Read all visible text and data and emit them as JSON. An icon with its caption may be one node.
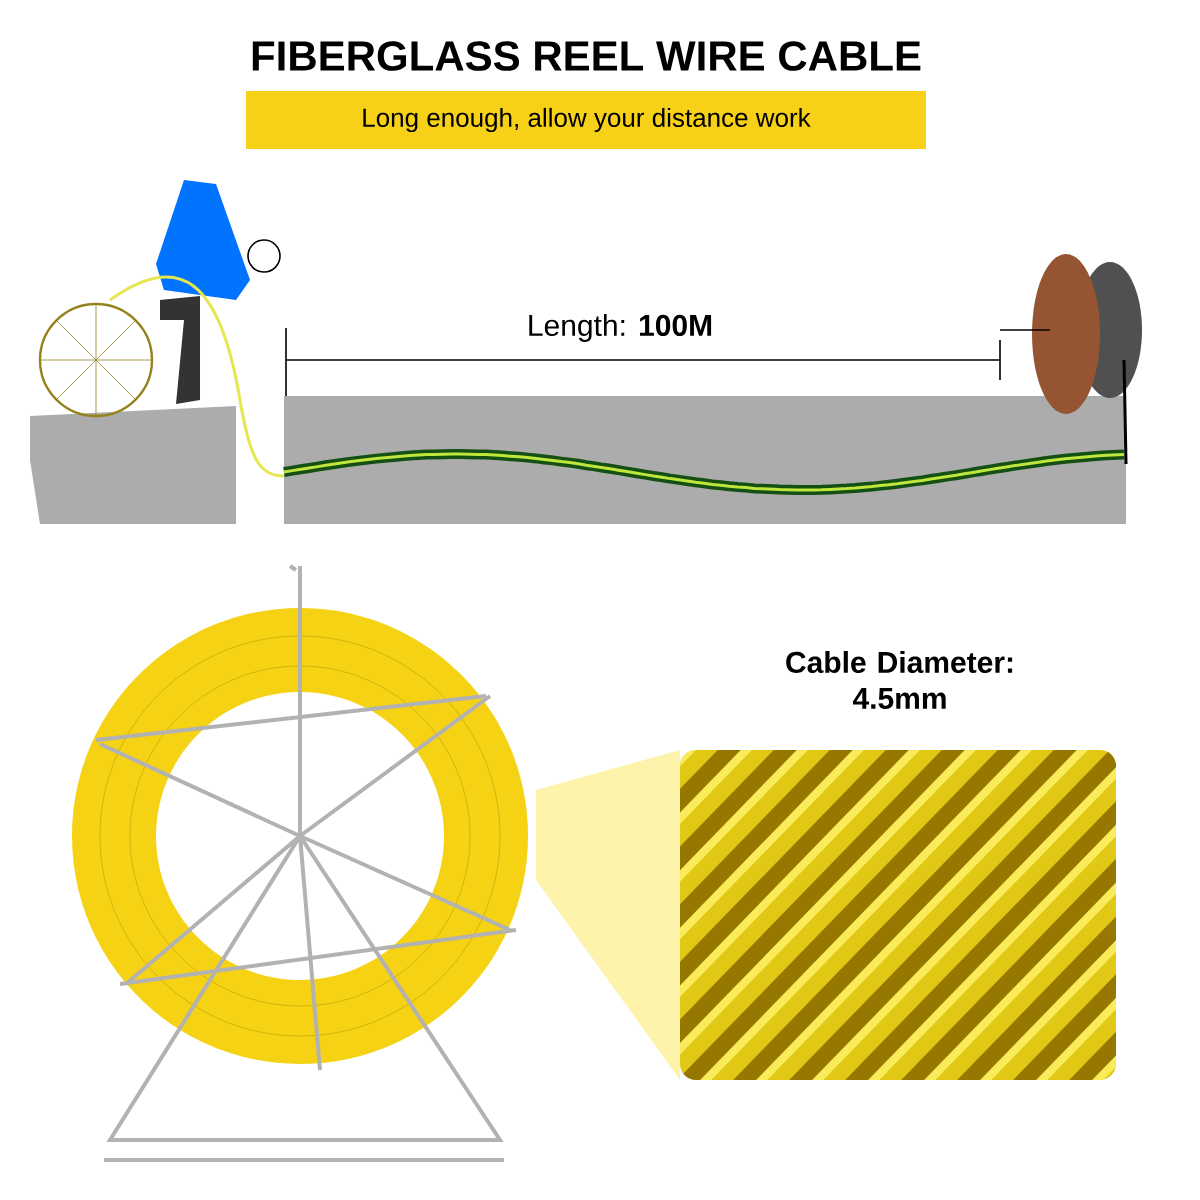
{
  "diagram": {
    "title": "FIBERGLASS REEL WIRE CABLE",
    "nodes": [
      {
        "text": [
          "Long enough, allow your distance work"
        ]
      }
    ],
    "labels": [
      "Length: **100M**",
      "Cable Diameter: 4.5mm"
    ]
  }
}
